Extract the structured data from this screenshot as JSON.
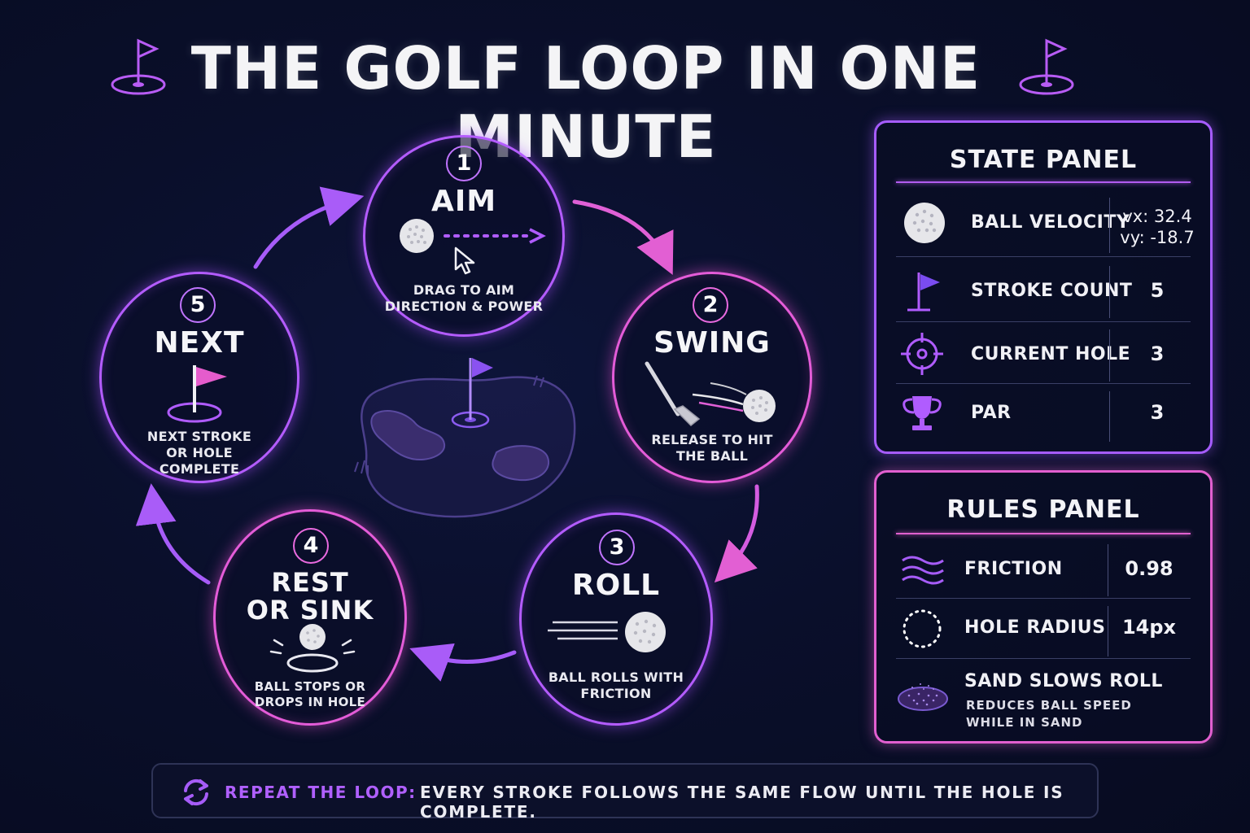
{
  "title": "THE GOLF LOOP IN ONE MINUTE",
  "steps": [
    {
      "num": "1",
      "title": "AIM",
      "sub1": "DRAG TO AIM",
      "sub2": "DIRECTION & POWER",
      "sub3": ""
    },
    {
      "num": "2",
      "title": "SWING",
      "sub1": "RELEASE TO HIT",
      "sub2": "THE BALL",
      "sub3": ""
    },
    {
      "num": "3",
      "title": "ROLL",
      "sub1": "BALL ROLLS WITH",
      "sub2": "FRICTION",
      "sub3": ""
    },
    {
      "num": "4",
      "title1": "REST",
      "title2": "OR SINK",
      "sub1": "BALL STOPS OR",
      "sub2": "DROPS IN HOLE",
      "sub3": ""
    },
    {
      "num": "5",
      "title": "NEXT",
      "sub1": "NEXT STROKE",
      "sub2": "OR HOLE",
      "sub3": "COMPLETE"
    }
  ],
  "state_panel": {
    "title": "STATE PANEL",
    "rows": [
      {
        "icon": "golf-ball-icon",
        "label": "BALL VELOCITY",
        "value1": "vx: 32.4",
        "value2": "vy: -18.7"
      },
      {
        "icon": "flag-icon",
        "label": "STROKE COUNT",
        "value": "5"
      },
      {
        "icon": "target-icon",
        "label": "CURRENT HOLE",
        "value": "3"
      },
      {
        "icon": "trophy-icon",
        "label": "PAR",
        "value": "3"
      }
    ]
  },
  "rules_panel": {
    "title": "RULES PANEL",
    "rows": [
      {
        "icon": "waves-icon",
        "label": "FRICTION",
        "value": "0.98"
      },
      {
        "icon": "dotted-circle-icon",
        "label": "HOLE RADIUS",
        "value": "14px"
      },
      {
        "icon": "sand-trap-icon",
        "label": "SAND SLOWS ROLL",
        "desc1": "REDUCES BALL SPEED",
        "desc2": "WHILE IN SAND"
      }
    ]
  },
  "footer": {
    "label": "REPEAT THE LOOP:",
    "text": "EVERY STROKE FOLLOWS THE SAME FLOW UNTIL THE HOLE IS COMPLETE."
  },
  "colors": {
    "background": "#0a0f2b",
    "purple": "#b45cff",
    "pink": "#e45cd8",
    "accent_label": "#b060ff"
  }
}
